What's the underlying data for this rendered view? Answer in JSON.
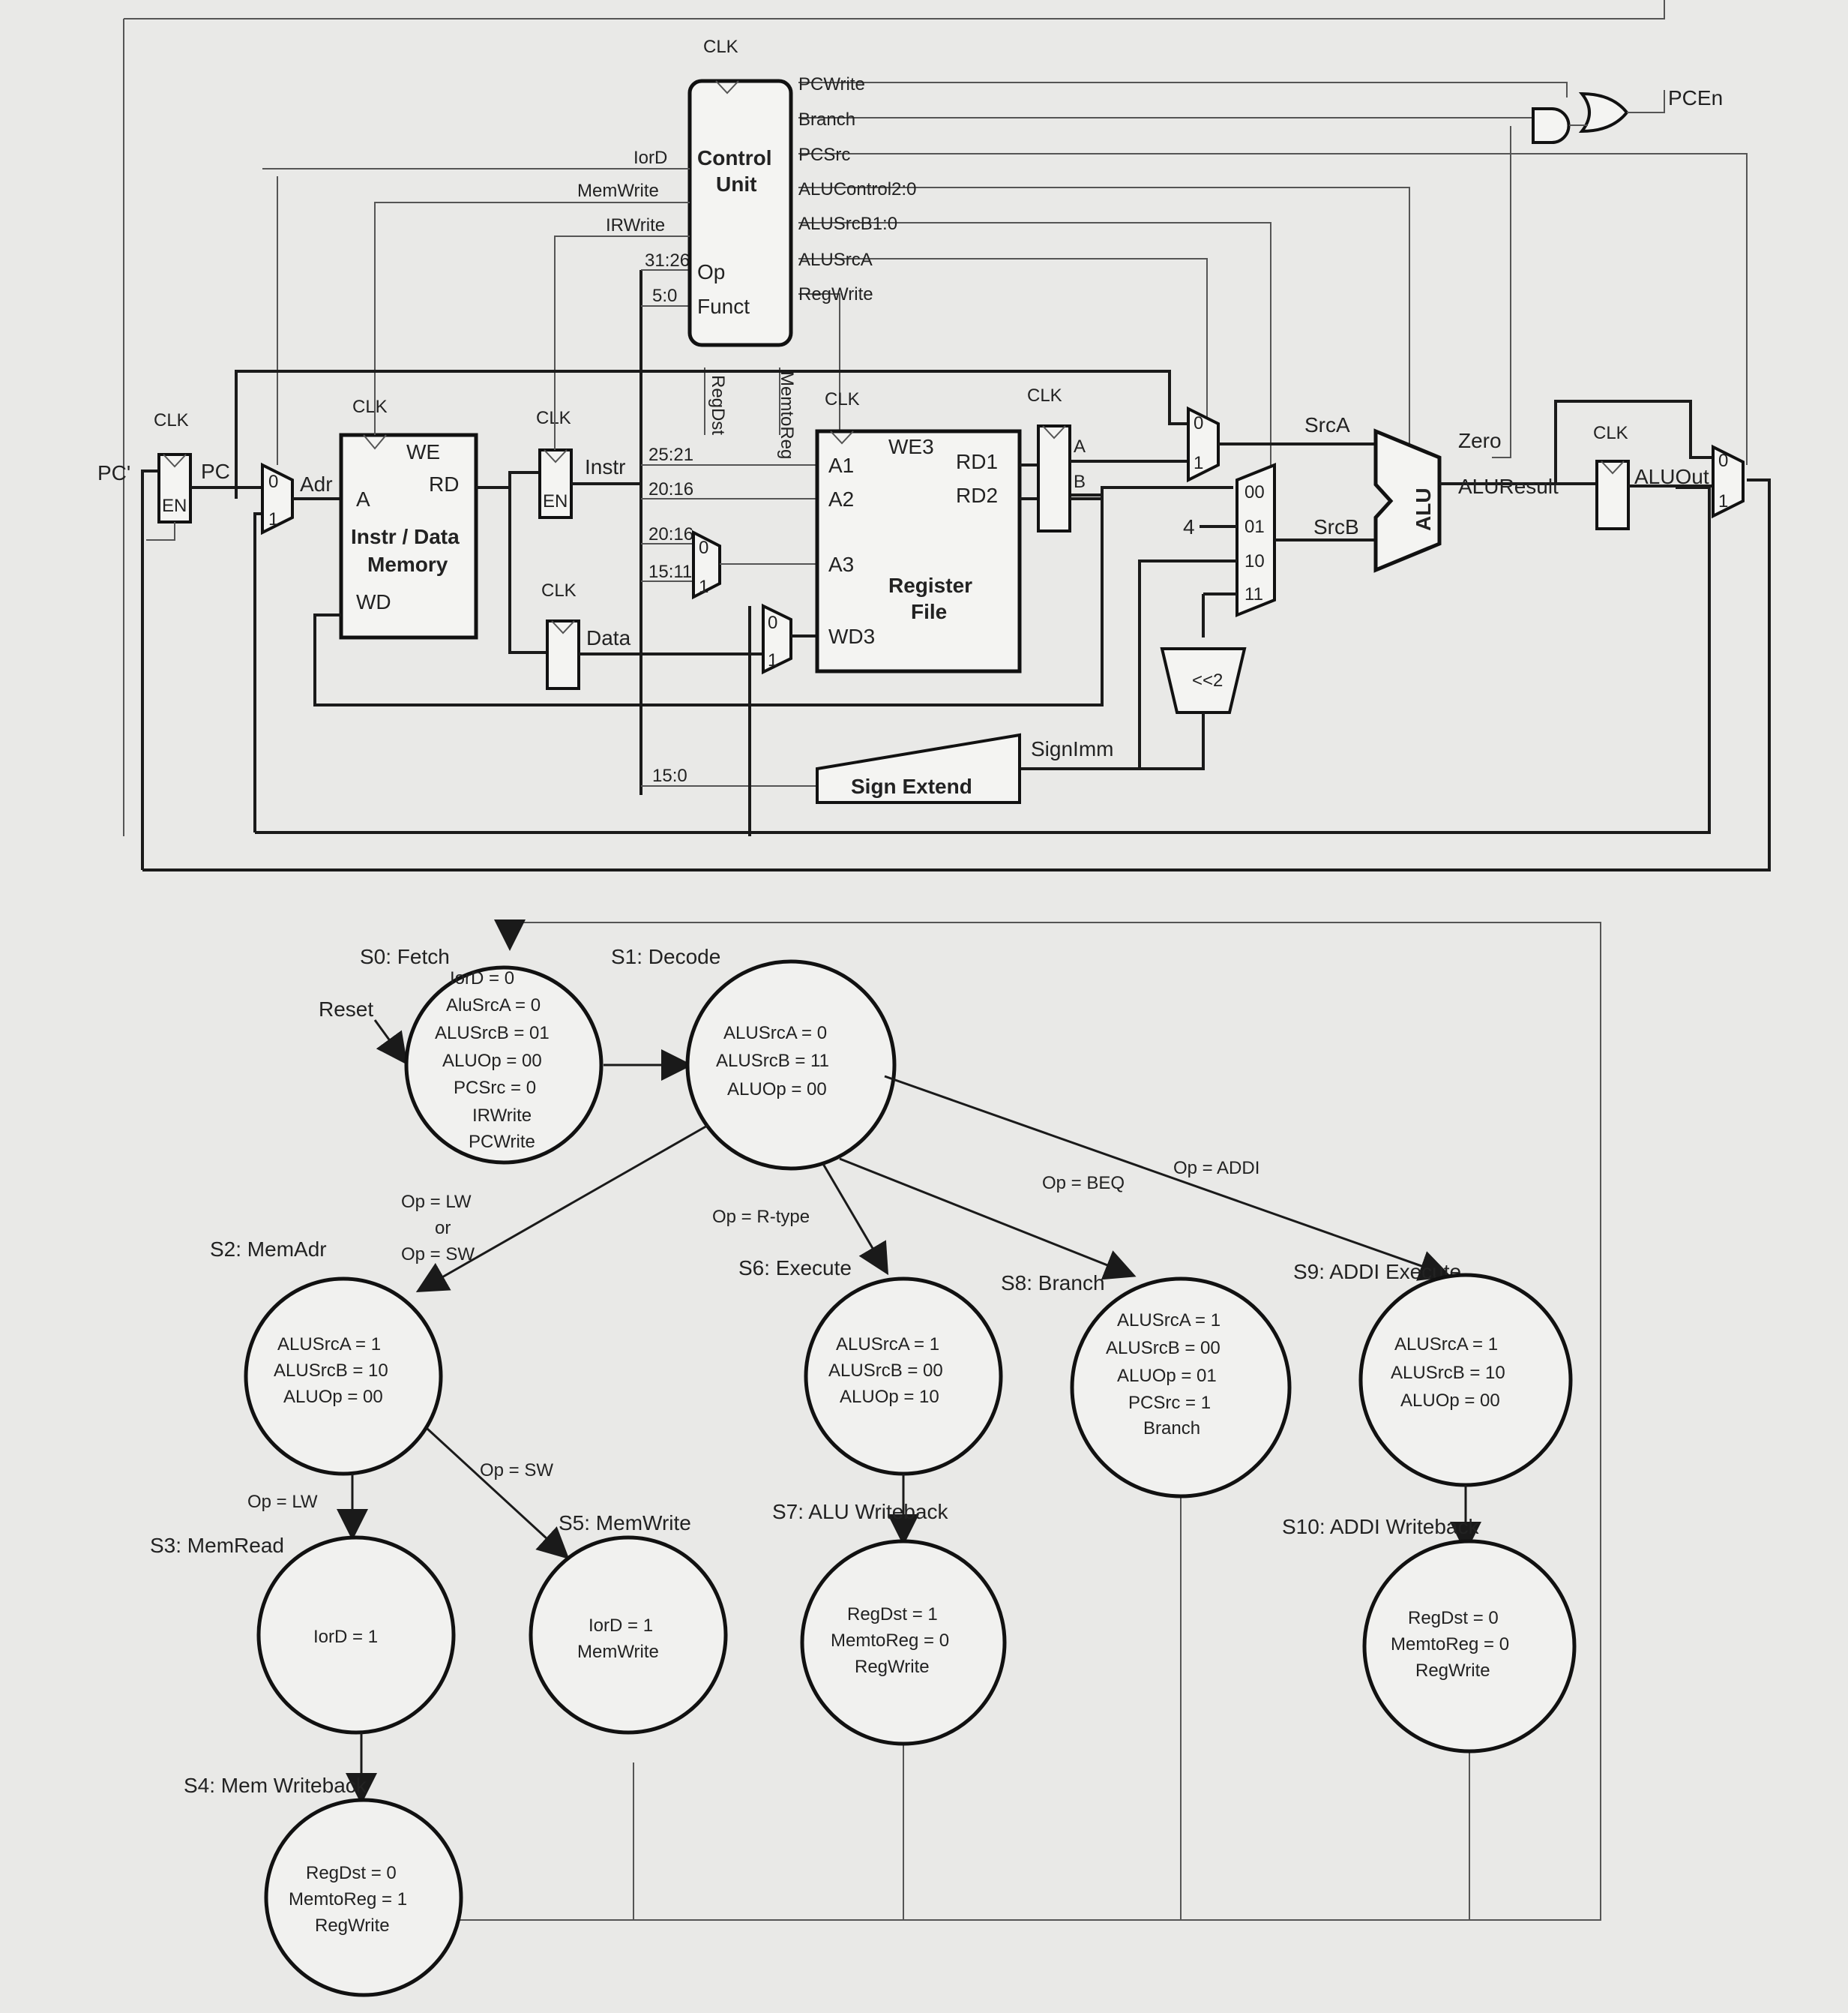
{
  "datapath": {
    "clk": "CLK",
    "pc_prime": "PC'",
    "pc": "PC",
    "en": "EN",
    "adr": "Adr",
    "we": "WE",
    "rd": "RD",
    "a": "A",
    "wd": "WD",
    "mem_title_1": "Instr / Data",
    "mem_title_2": "Memory",
    "instr": "Instr",
    "data": "Data",
    "control_1": "Control",
    "control_2": "Unit",
    "op": "Op",
    "funct": "Funct",
    "ctl_left": [
      "IorD",
      "MemWrite",
      "IRWrite"
    ],
    "ctl_right": [
      "PCWrite",
      "Branch",
      "PCSrc",
      "ALUControl2:0",
      "ALUSrcB1:0",
      "ALUSrcA",
      "RegWrite"
    ],
    "regdst": "RegDst",
    "memtoreg": "MemtoReg",
    "we3": "WE3",
    "a1": "A1",
    "a2": "A2",
    "a3": "A3",
    "wd3": "WD3",
    "rd1": "RD1",
    "rd2": "RD2",
    "rf_1": "Register",
    "rf_2": "File",
    "reg_a": "A",
    "reg_b": "B",
    "srca": "SrcA",
    "srcb": "SrcB",
    "four": "4",
    "mux4": [
      "00",
      "01",
      "10",
      "11"
    ],
    "shift": "<<2",
    "signimm": "SignImm",
    "signext": "Sign Extend",
    "alu": "ALU",
    "zero": "Zero",
    "aluresult": "ALUResult",
    "aluout": "ALUOut",
    "pcen": "PCEn",
    "mux0": "0",
    "mux1": "1",
    "bits": [
      "31:26",
      "5:0",
      "25:21",
      "20:16",
      "20:16",
      "15:11",
      "15:0"
    ]
  },
  "fsm": {
    "reset": "Reset",
    "states": [
      {
        "name": "S0: Fetch",
        "lines": [
          "IorD = 0",
          "AluSrcA = 0",
          "ALUSrcB = 01",
          "ALUOp = 00",
          "PCSrc = 0",
          "IRWrite",
          "PCWrite"
        ]
      },
      {
        "name": "S1: Decode",
        "lines": [
          "ALUSrcA = 0",
          "ALUSrcB = 11",
          "ALUOp = 00"
        ]
      },
      {
        "name": "S2: MemAdr",
        "lines": [
          "ALUSrcA = 1",
          "ALUSrcB = 10",
          "ALUOp = 00"
        ]
      },
      {
        "name": "S3: MemRead",
        "lines": [
          "IorD = 1"
        ]
      },
      {
        "name": "S4: Mem Writeback",
        "lines": [
          "RegDst = 0",
          "MemtoReg = 1",
          "RegWrite"
        ]
      },
      {
        "name": "S5: MemWrite",
        "lines": [
          "IorD = 1",
          "MemWrite"
        ]
      },
      {
        "name": "S6: Execute",
        "lines": [
          "ALUSrcA = 1",
          "ALUSrcB = 00",
          "ALUOp = 10"
        ]
      },
      {
        "name": "S7: ALU Writeback",
        "lines": [
          "RegDst = 1",
          "MemtoReg = 0",
          "RegWrite"
        ]
      },
      {
        "name": "S8: Branch",
        "lines": [
          "ALUSrcA = 1",
          "ALUSrcB = 00",
          "ALUOp = 01",
          "PCSrc = 1",
          "Branch"
        ]
      },
      {
        "name": "S9: ADDI Execute",
        "lines": [
          "ALUSrcA = 1",
          "ALUSrcB = 10",
          "ALUOp = 00"
        ]
      },
      {
        "name": "S10: ADDI Writeback",
        "lines": [
          "RegDst = 0",
          "MemtoReg = 0",
          "RegWrite"
        ]
      }
    ],
    "transitions": {
      "lw_or_sw": [
        "Op = LW",
        "or",
        "Op = SW"
      ],
      "rtype": "Op = R-type",
      "beq": "Op = BEQ",
      "addi": "Op = ADDI",
      "lw": "Op = LW",
      "sw": "Op = SW"
    }
  }
}
